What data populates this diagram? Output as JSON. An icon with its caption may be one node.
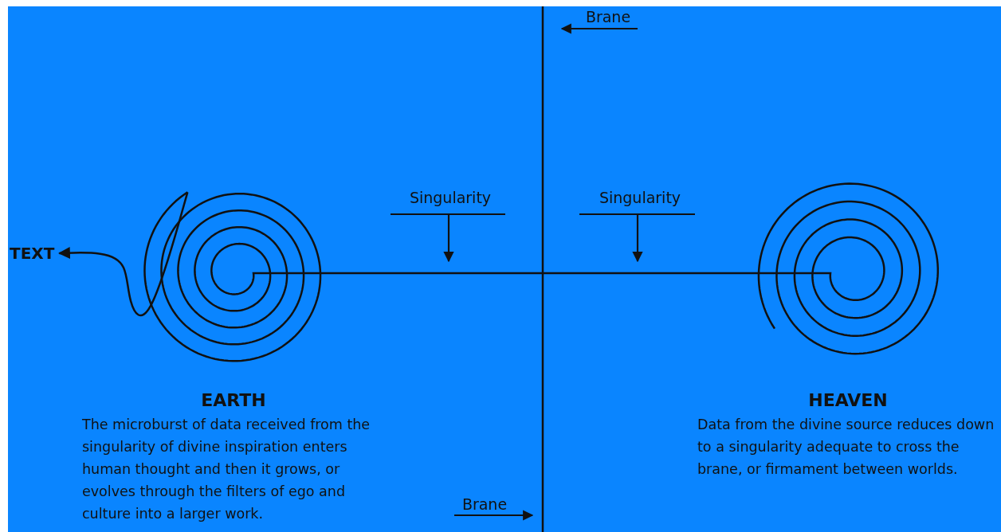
{
  "diagram": {
    "nodes": [
      {
        "text": [
          "TEXT"
        ]
      },
      {
        "text": [],
        "shape": "spiral",
        "beside": [
          "EARTH",
          "The microburst of data received from the singularity of divine inspiration enters human thought and then it grows, or evolves through the filters of ego and culture into a larger work."
        ]
      },
      {
        "text": [],
        "shape": "spiral",
        "beside": [
          "HEAVEN",
          "Data from the divine source reduces down to a singularity adequate to cross the brane, or firmament between worlds."
        ]
      }
    ],
    "edges": [
      {
        "from": 1,
        "to": 0,
        "arrow": "to"
      },
      {
        "from": 1,
        "to": 2,
        "arrow": "none"
      }
    ],
    "labels": [
      "Brane",
      "Singularity",
      "Singularity",
      "Brane"
    ]
  }
}
